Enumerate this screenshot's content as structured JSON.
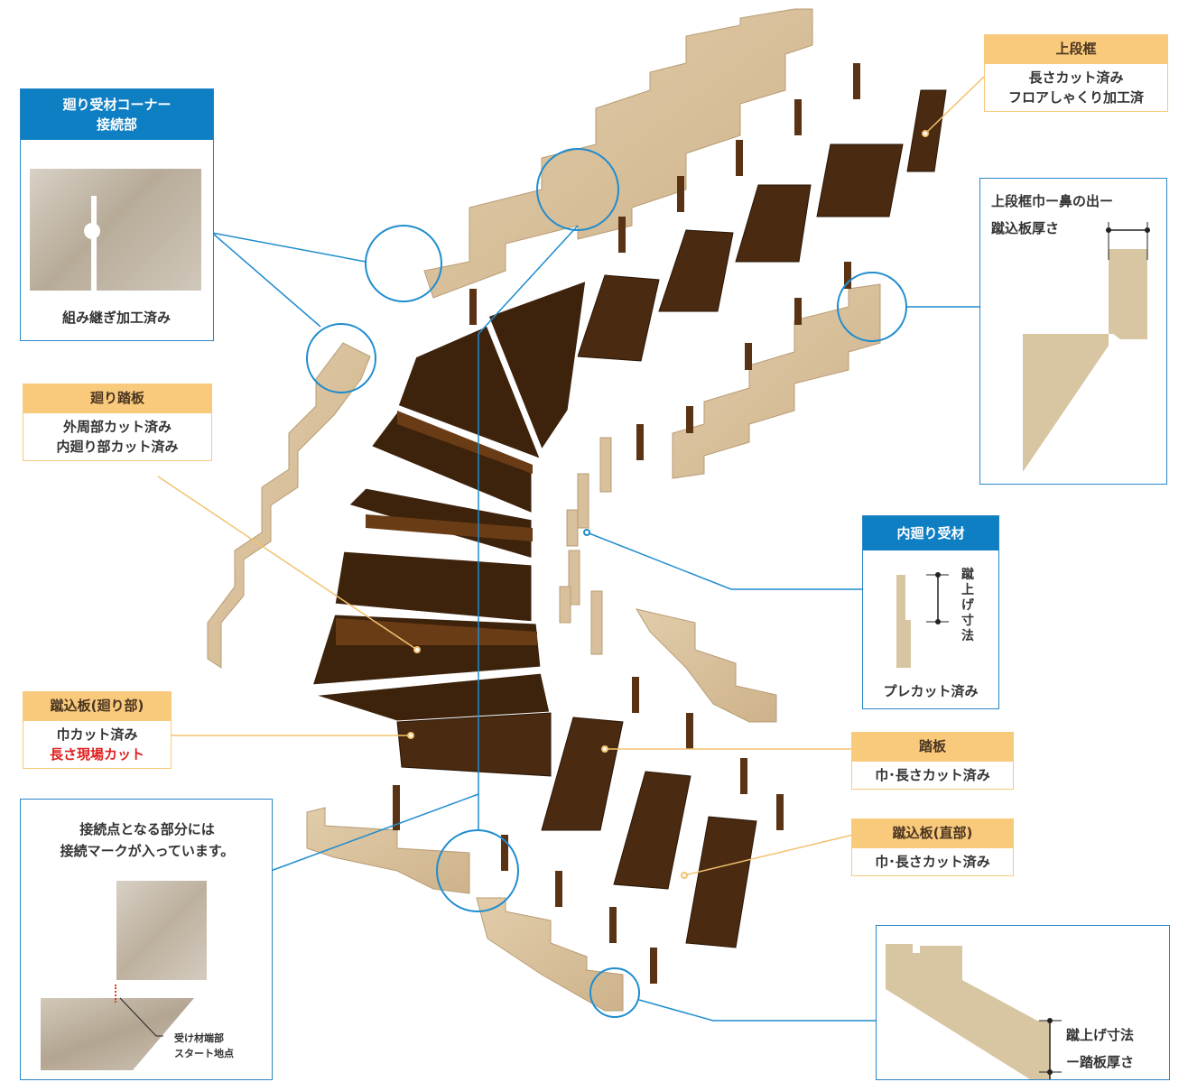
{
  "callouts": {
    "corner_joint": {
      "title_line1": "廻り受材コーナー",
      "title_line2": "接続部",
      "caption": "組み継ぎ加工済み"
    },
    "upper_frame": {
      "title": "上段框",
      "line1": "長さカット済み",
      "line2": "フロアしゃくり加工済"
    },
    "upper_frame_detail": {
      "line1": "上段框巾ー鼻の出ー",
      "line2": "蹴込板厚さ"
    },
    "winder_tread": {
      "title": "廻り踏板",
      "line1": "外周部カット済み",
      "line2": "内廻り部カット済み"
    },
    "inner_stringer": {
      "title": "内廻り受材",
      "dimension_label": "蹴上げ寸法",
      "caption": "プレカット済み"
    },
    "winder_riser": {
      "title": "蹴込板(廻り部)",
      "line1": "巾カット済み",
      "line2": "長さ現場カット"
    },
    "tread": {
      "title": "踏板",
      "line1": "巾･長さカット済み"
    },
    "straight_riser": {
      "title": "蹴込板(直部)",
      "line1": "巾･長さカット済み"
    },
    "connection_mark": {
      "line1": "接続点となる部分には",
      "line2": "接続マークが入っています。",
      "note_line1": "受け材端部",
      "note_line2": "スタート地点"
    },
    "stringer_detail": {
      "line1": "蹴上げ寸法",
      "line2": "ー踏板厚さ"
    }
  },
  "colors": {
    "accent_blue": "#0f7fc4",
    "label_orange": "#f9c97c",
    "wood_dark": "#4a2a10",
    "wood_light": "#d8c09c",
    "alert_red": "#e02020"
  }
}
